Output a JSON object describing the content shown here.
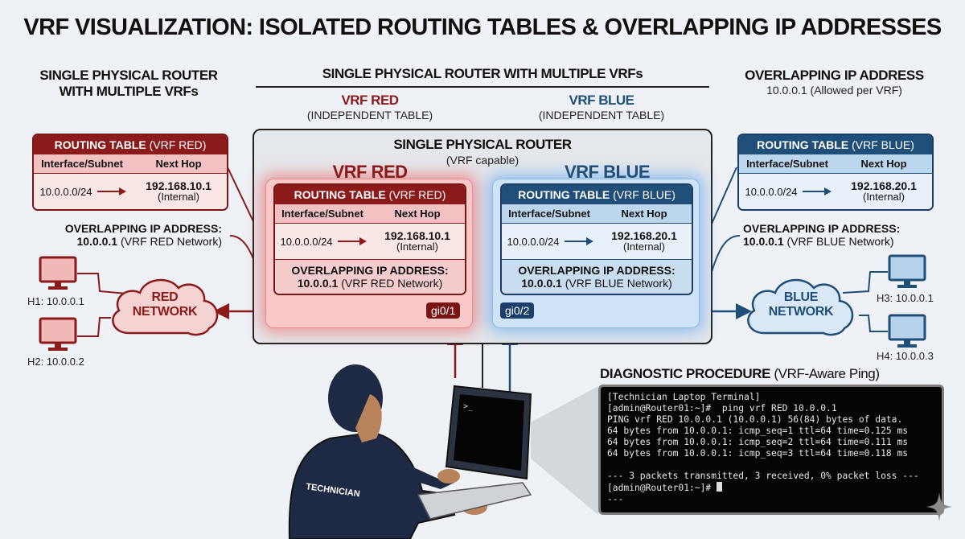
{
  "title": "VRF VISUALIZATION: ISOLATED ROUTING TABLES & OVERLAPPING IP ADDRESSES",
  "left_section": {
    "title_line1": "SINGLE PHYSICAL ROUTER",
    "title_line2": "WITH MULTIPLE VRFs"
  },
  "center_section": {
    "title": "SINGLE PHYSICAL ROUTER WITH MULTIPLE VRFs",
    "vrf_red": {
      "name": "VRF RED",
      "sub": "(INDEPENDENT TABLE)"
    },
    "vrf_blue": {
      "name": "VRF BLUE",
      "sub": "(INDEPENDENT TABLE)"
    }
  },
  "right_section": {
    "title": "OVERLAPPING IP ADDRESS",
    "sub": "10.0.0.1 (Allowed per VRF)"
  },
  "router": {
    "title": "SINGLE PHYSICAL ROUTER",
    "sub": "(VRF capable)",
    "vrf_red_label": "VRF RED",
    "vrf_blue_label": "VRF BLUE",
    "iface_red": "gi0/1",
    "iface_blue": "gi0/2"
  },
  "tables": {
    "red": {
      "header_bold": "ROUTING TABLE",
      "header_light": "(VRF RED)",
      "col1": "Interface/Subnet",
      "col2": "Next Hop",
      "subnet": "10.0.0.0/24",
      "next_hop": "192.168.10.1",
      "next_hop_note": "(Internal)",
      "overlap_title": "OVERLAPPING IP ADDRESS:",
      "overlap_ip": "10.0.0.1",
      "overlap_note": "(VRF RED Network)"
    },
    "blue": {
      "header_bold": "ROUTING TABLE",
      "header_light": "(VRF BLUE)",
      "col1": "Interface/Subnet",
      "col2": "Next Hop",
      "subnet": "10.0.0.0/24",
      "next_hop": "192.168.20.1",
      "next_hop_note": "(Internal)",
      "overlap_title": "OVERLAPPING IP ADDRESS:",
      "overlap_ip": "10.0.0.1",
      "overlap_note": "(VRF BLUE Network)"
    }
  },
  "networks": {
    "red": {
      "line1": "RED",
      "line2": "NETWORK",
      "hosts": [
        "H1: 10.0.0.1",
        "H2: 10.0.0.2"
      ]
    },
    "blue": {
      "line1": "BLUE",
      "line2": "NETWORK",
      "hosts": [
        "H3: 10.0.0.1",
        "H4: 10.0.0.3"
      ]
    }
  },
  "technician": {
    "label": "TECHNICIAN"
  },
  "diagnostic": {
    "title_bold": "DIAGNOSTIC PROCEDURE",
    "title_light": "(VRF-Aware Ping)",
    "terminal_lines": [
      "[Technician Laptop Terminal]",
      "[admin@Router01:~]#  ping vrf RED 10.0.0.1",
      "PING vrf RED 10.0.0.1 (10.0.0.1) 56(84) bytes of data.",
      "64 bytes from 10.0.0.1: icmp_seq=1 ttl=64 time=0.125 ms",
      "64 bytes from 10.0.0.1: icmp_seq=2 ttl=64 time=0.111 ms",
      "64 bytes from 10.0.0.1: icmp_seq=3 ttl=64 time=0.118 ms",
      "",
      "--- 3 packets transmitted, 3 received, 0% packet loss ---",
      "[admin@Router01:~]# ",
      "---"
    ]
  },
  "colors": {
    "red": "#8b1a1a",
    "blue": "#1f4e79",
    "background": "#eef1f5",
    "navy_uniform": "#1e2a44"
  }
}
